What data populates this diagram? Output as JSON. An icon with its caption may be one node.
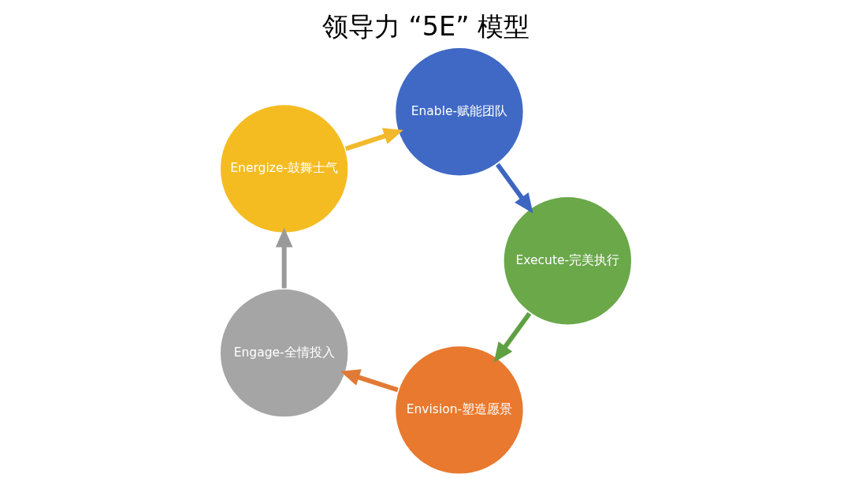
{
  "diagram": {
    "title": "领导力 “5E” 模型",
    "nodes": [
      {
        "text": [
          "Envision-塑造愿景"
        ]
      },
      {
        "text": [
          "Engage-全情投入"
        ]
      },
      {
        "text": [
          "Energize-鼓舞士气"
        ]
      },
      {
        "text": [
          "Enable-赋能团队"
        ]
      },
      {
        "text": [
          "Execute-完美执行"
        ]
      }
    ],
    "edges": [
      {
        "from": 0,
        "to": 1,
        "arrow": "to",
        "color": "#e07a35"
      },
      {
        "from": 1,
        "to": 2,
        "arrow": "to",
        "color": "#9a9a9a"
      },
      {
        "from": 2,
        "to": 3,
        "arrow": "to",
        "color": "#f2b92c"
      },
      {
        "from": 3,
        "to": 4,
        "arrow": "to",
        "color": "#3c66c0"
      },
      {
        "from": 4,
        "to": 0,
        "arrow": "to",
        "color": "#5fa043"
      }
    ]
  }
}
